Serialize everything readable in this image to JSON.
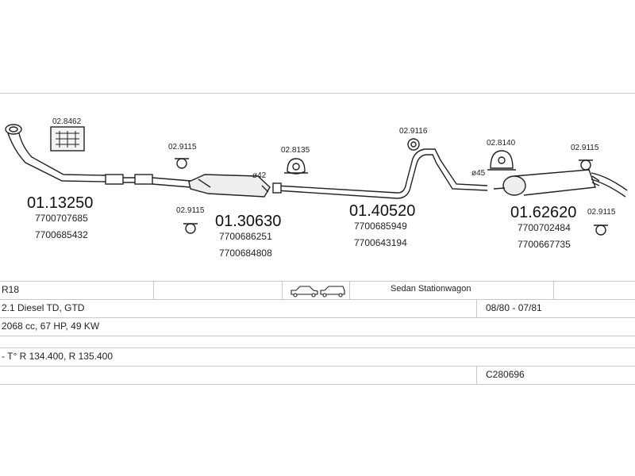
{
  "parts": {
    "front_pipe": {
      "number": "01.13250",
      "oem": [
        "7700707685",
        "7700685432"
      ]
    },
    "catalyst": {
      "number": "01.30630",
      "oem": [
        "7700686251",
        "7700684808"
      ]
    },
    "middle_pipe": {
      "number": "01.40520",
      "oem": [
        "7700685949",
        "7700643194"
      ]
    },
    "rear_muffler": {
      "number": "01.62620",
      "oem": [
        "7700702484",
        "7700667735"
      ]
    }
  },
  "accessories": {
    "mount_kit": "02.8462",
    "clamp_1": "02.9115",
    "clamp_2": "02.9115",
    "hanger_1": "02.8135",
    "hanger_2": "02.9116",
    "hanger_3": "02.8140",
    "clamp_3": "02.9115",
    "clamp_4": "02.9115"
  },
  "diameters": {
    "d1": "ø42",
    "d2": "ø45"
  },
  "vehicle": {
    "model": "R18",
    "body_types": "Sedan Stationwagon",
    "engine": "2.1 Diesel TD, GTD",
    "years": "08/80 - 07/81",
    "specs": "2068 cc, 67 HP, 49 KW",
    "type_codes": "- T° R 134.400, R 135.400",
    "catalog_no": "C280696"
  },
  "icons": [
    "exhaust-pipe-icon",
    "catalyst-icon",
    "muffler-icon",
    "clamp-icon",
    "rubber-hanger-icon",
    "mount-kit-icon",
    "sedan-car-icon",
    "wagon-car-icon"
  ]
}
